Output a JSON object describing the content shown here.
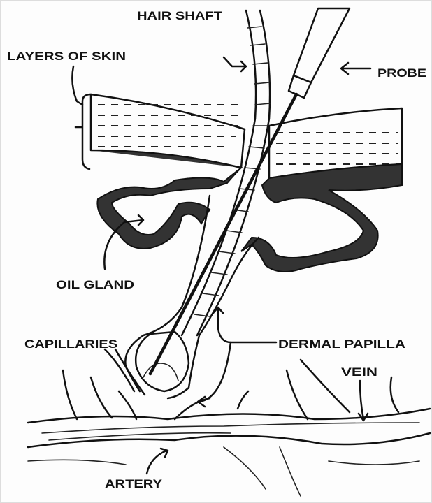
{
  "title": "Hair follicle electrolysis diagram",
  "labels": {
    "hair_shaft": "HAIR SHAFT",
    "layers_of_skin": "LAYERS OF SKIN",
    "probe": "PROBE",
    "oil_gland": "OIL GLAND",
    "capillaries": "CAPILLARIES",
    "dermal_papilla": "DERMAL PAPILLA",
    "vein": "VEIN",
    "artery": "ARTERY"
  },
  "colors": {
    "ink": "#111111",
    "background": "#fdfdfd",
    "dermis": "#333333"
  }
}
